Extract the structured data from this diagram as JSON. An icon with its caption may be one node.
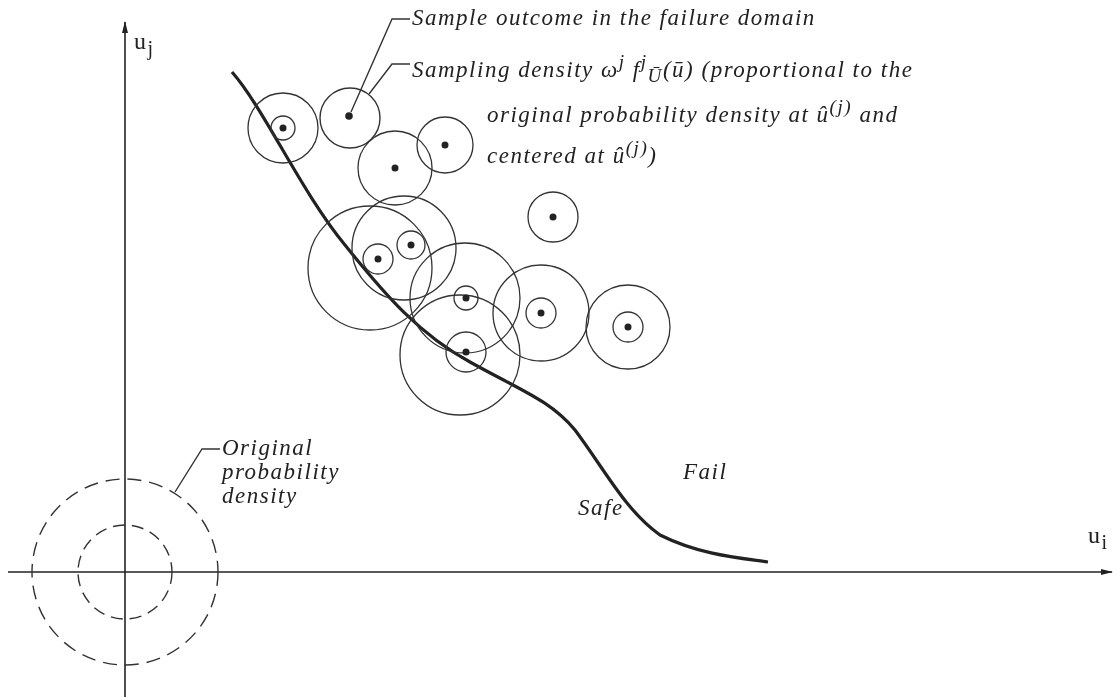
{
  "diagram": {
    "nodes": [
      {
        "text": [
          "Sample outcome in the failure domain"
        ]
      },
      {
        "text": [
          "Sampling density ω$^{j}$ f$^{j}$$_{Ū}$(ū) (proportional to the original probability density at û$^{(j)}$ and centered at û$^{(j)}$)"
        ]
      },
      {
        "text": [
          "Original probability density"
        ]
      },
      {
        "text": [],
        "shape": "circle"
      },
      {
        "text": [],
        "shape": "circle",
        "in": 3
      },
      {
        "text": [],
        "shape": "circle"
      },
      {
        "text": [],
        "shape": "circle",
        "in": 5
      }
    ],
    "edges": [
      {
        "from": 0,
        "to": 4,
        "arrow": "none"
      },
      {
        "from": 1,
        "to": 3,
        "arrow": "none"
      },
      {
        "from": 2,
        "to": 5,
        "arrow": "none"
      }
    ],
    "labels": [
      "u$_{j}$",
      "u$_{i}$",
      "Fail",
      "Safe"
    ]
  }
}
